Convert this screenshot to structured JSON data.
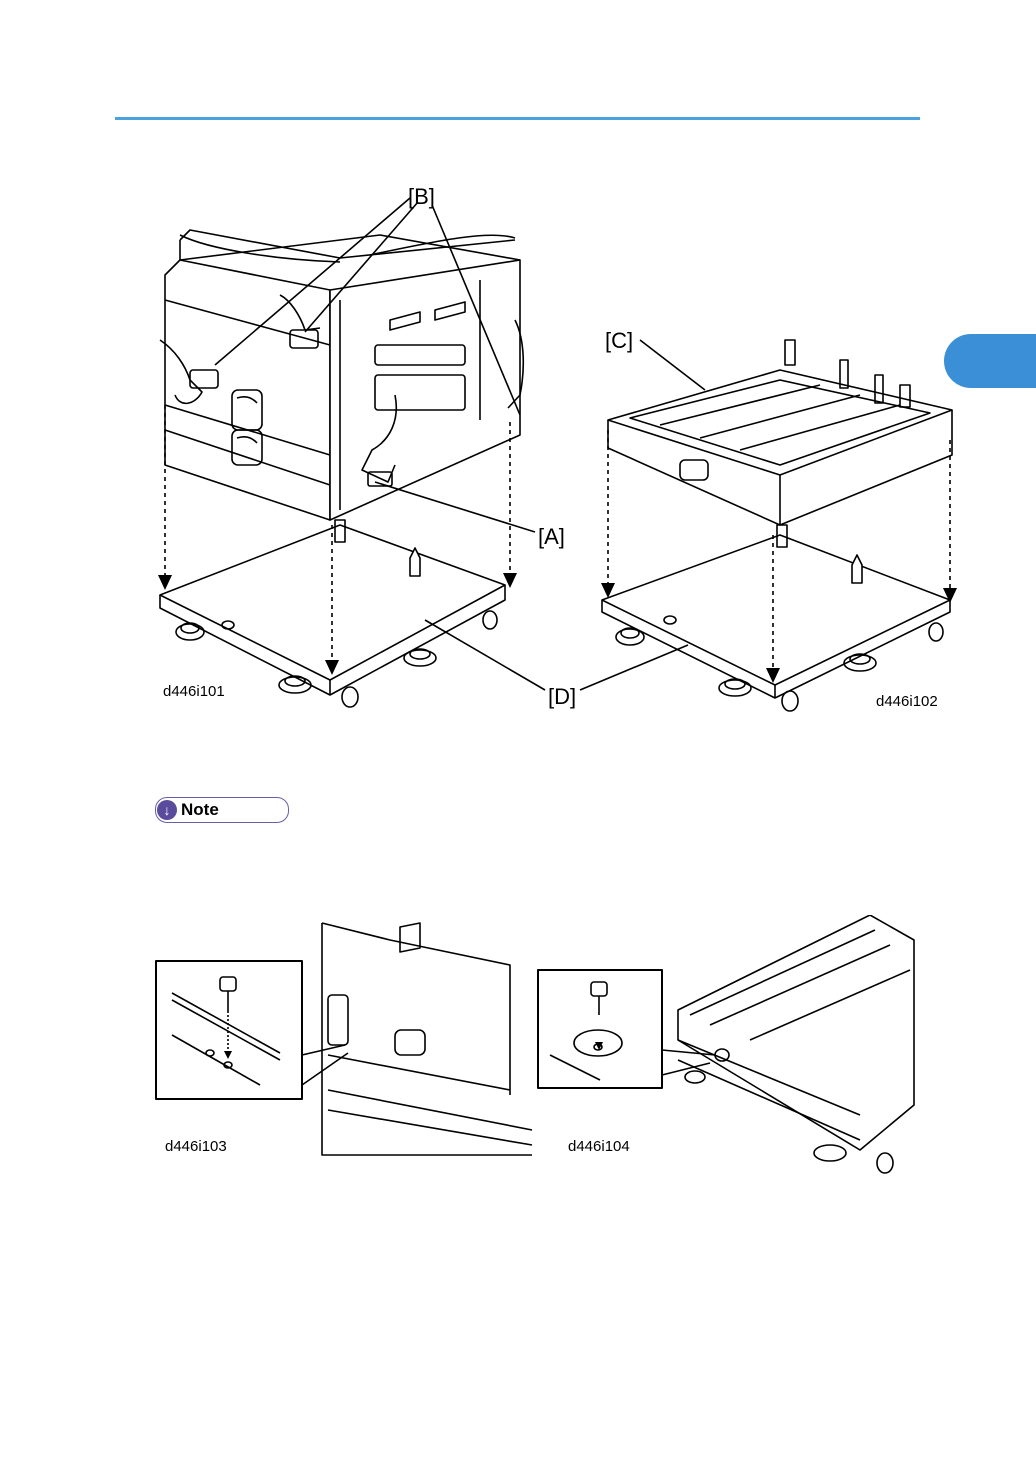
{
  "labels": {
    "b": "[B]",
    "c": "[C]",
    "a": "[A]",
    "d": "[D]"
  },
  "figure_codes": {
    "fig1": "d446i101",
    "fig2": "d446i102",
    "fig3": "d446i103",
    "fig4": "d446i104"
  },
  "note": {
    "label": "Note"
  },
  "colors": {
    "rule": "#4aa3df",
    "tab": "#3a8fd6",
    "note_accent": "#5a4b9c"
  }
}
